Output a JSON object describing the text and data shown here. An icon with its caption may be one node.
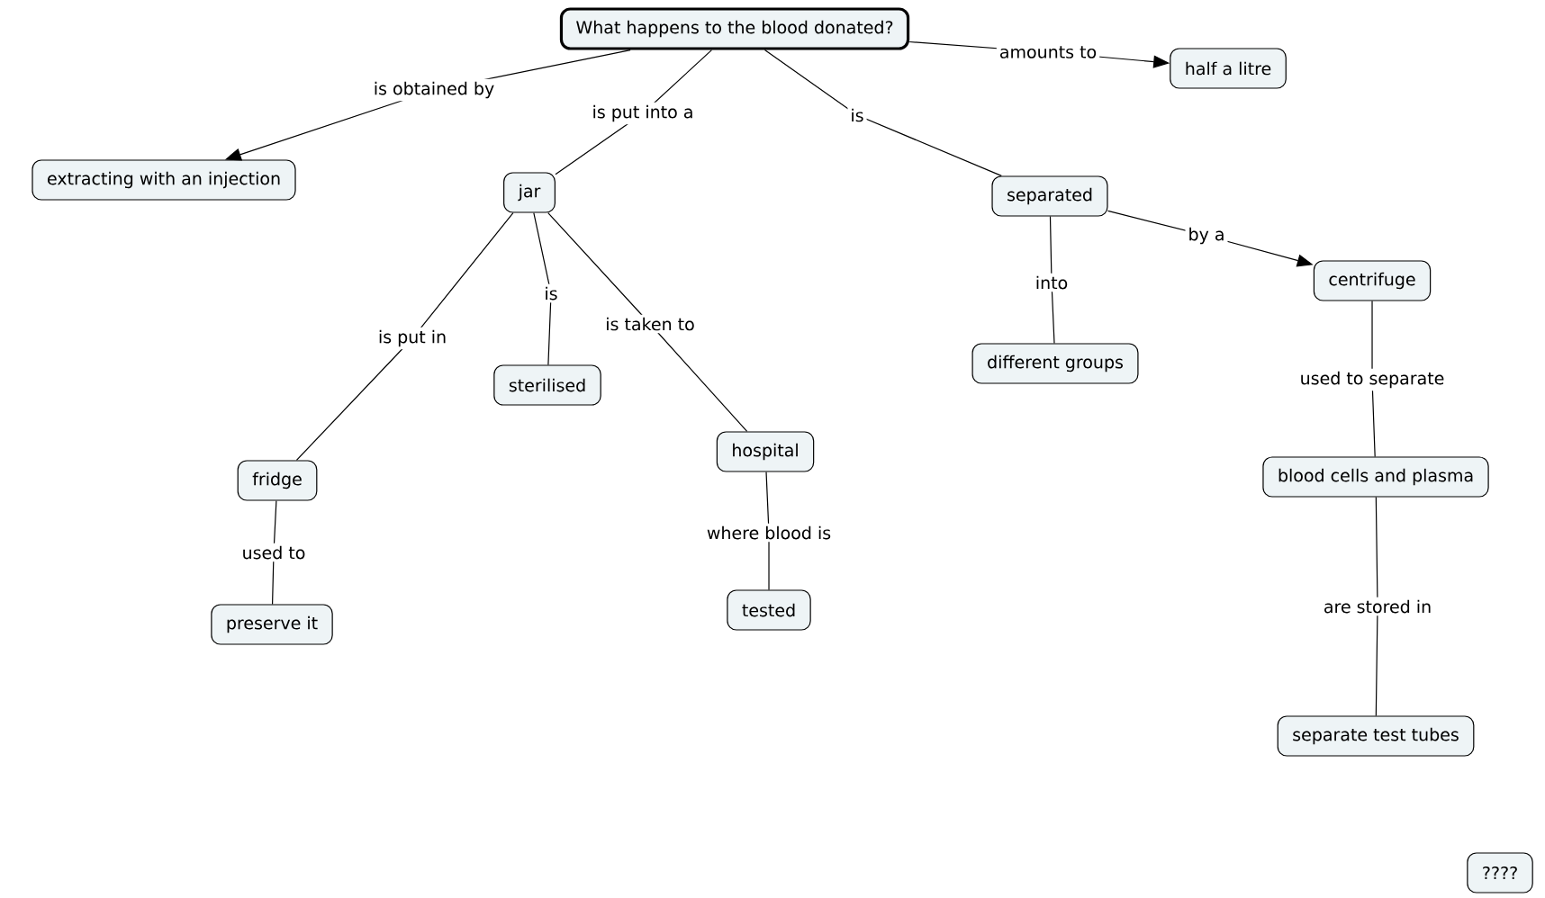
{
  "diagram": {
    "nodes": [
      {
        "text": [
          "What happens to the blood donated?"
        ]
      },
      {
        "text": [
          "half a litre"
        ]
      },
      {
        "text": [
          "extracting with an injection"
        ]
      },
      {
        "text": [
          "jar"
        ]
      },
      {
        "text": [
          "separated"
        ]
      },
      {
        "text": [
          "centrifuge"
        ]
      },
      {
        "text": [
          "sterilised"
        ]
      },
      {
        "text": [
          "different groups"
        ]
      },
      {
        "text": [
          "hospital"
        ]
      },
      {
        "text": [
          "fridge"
        ]
      },
      {
        "text": [
          "blood cells and plasma"
        ]
      },
      {
        "text": [
          "preserve it"
        ]
      },
      {
        "text": [
          "tested"
        ]
      },
      {
        "text": [
          "separate test tubes"
        ]
      },
      {
        "text": [
          "????"
        ]
      }
    ],
    "edges": [
      {
        "from": 0,
        "to": 2,
        "arrow": "to",
        "label": "is obtained by"
      },
      {
        "from": 0,
        "to": 3,
        "arrow": "none",
        "label": "is put into a"
      },
      {
        "from": 0,
        "to": 4,
        "arrow": "none",
        "label": "is"
      },
      {
        "from": 0,
        "to": 1,
        "arrow": "to",
        "label": "amounts to"
      },
      {
        "from": 3,
        "to": 9,
        "arrow": "none",
        "label": "is put in"
      },
      {
        "from": 3,
        "to": 6,
        "arrow": "none",
        "label": "is"
      },
      {
        "from": 3,
        "to": 8,
        "arrow": "none",
        "label": "is taken to"
      },
      {
        "from": 9,
        "to": 11,
        "arrow": "none",
        "label": "used to"
      },
      {
        "from": 8,
        "to": 12,
        "arrow": "none",
        "label": "where blood is"
      },
      {
        "from": 4,
        "to": 7,
        "arrow": "none",
        "label": "into"
      },
      {
        "from": 4,
        "to": 5,
        "arrow": "to",
        "label": "by a"
      },
      {
        "from": 5,
        "to": 10,
        "arrow": "none",
        "label": "used to separate"
      },
      {
        "from": 10,
        "to": 13,
        "arrow": "none",
        "label": "are stored in"
      }
    ]
  }
}
